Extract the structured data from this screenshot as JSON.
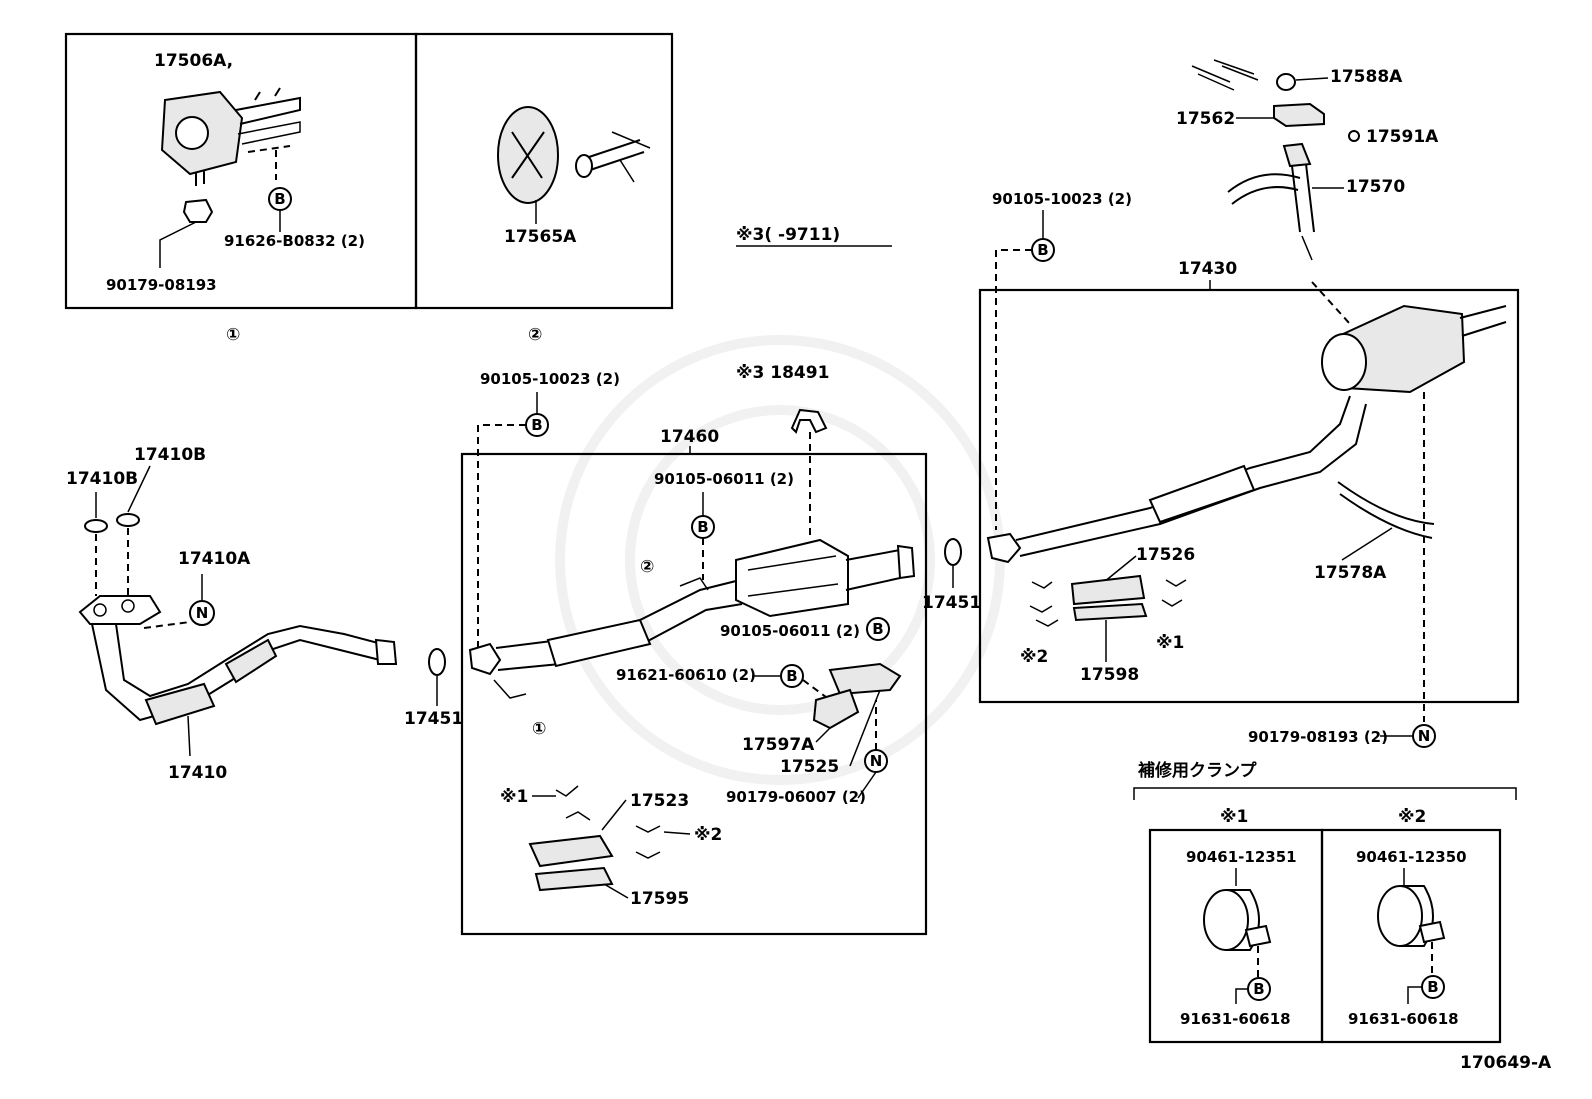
{
  "diagram_id": "170649-A",
  "insets": {
    "inset1": {
      "number": "①",
      "parts": {
        "mount": "17506A,",
        "nut": "90179-08193",
        "bolt": "91626-B0832 (2)"
      }
    },
    "inset2": {
      "number": "②",
      "parts": {
        "hanger": "17565A"
      }
    }
  },
  "note3": "※3(      -9711)",
  "front_pipe": {
    "pipe": "17410",
    "gasket_a": "17410B",
    "gasket_b": "17410B",
    "nut_ref": "17410A"
  },
  "gasket_left": "17451",
  "gasket_right": "17451",
  "center_assy": {
    "assy": "17460",
    "bolt_top": "90105-10023 (2)",
    "bracket_ref": "※3 18491",
    "bolt_cat": "90105-06011 (2)",
    "bolt_cat_lower": "90105-06011 (2)",
    "bolt_91621": "91621-60610 (2)",
    "insulator_a": "17597A",
    "insulator_b": "17525",
    "nut_90179": "90179-06007 (2)",
    "ref1": "①",
    "ref2": "②",
    "clamp_ref1": "※1",
    "clamp_ref2": "※2",
    "shield_top": "17523",
    "shield_bottom": "17595"
  },
  "tail_assy": {
    "assy": "17430",
    "bolt_top": "90105-10023 (2)",
    "cushion_a": "17588A",
    "bracket": "17562",
    "nut": "17591A",
    "hanger": "17570",
    "hanger_b": "17578A",
    "shield_top": "17526",
    "shield_bottom": "17598",
    "clamp_ref1": "※1",
    "clamp_ref2": "※2",
    "nut_bottom": "90179-08193 (2)"
  },
  "repair_clamp": {
    "title": "補修用クランプ",
    "c1": {
      "ref": "※1",
      "clamp": "90461-12351",
      "bolt": "91631-60618"
    },
    "c2": {
      "ref": "※2",
      "clamp": "90461-12350",
      "bolt": "91631-60618"
    }
  },
  "markers": {
    "b": "B",
    "n": "N"
  }
}
